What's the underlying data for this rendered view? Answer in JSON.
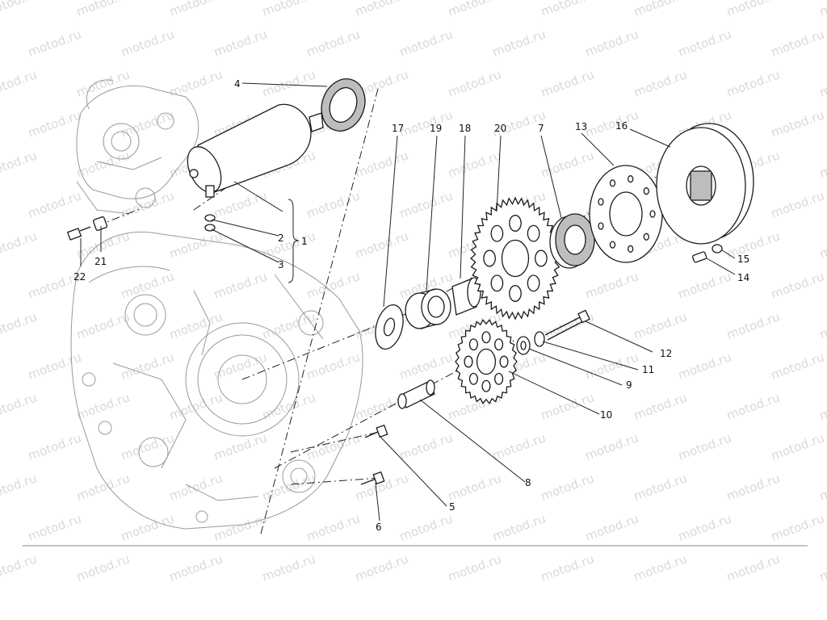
{
  "watermark": "motod.ru",
  "callouts": {
    "c1": "1",
    "c2": "2",
    "c3": "3",
    "c4": "4",
    "c5": "5",
    "c6": "6",
    "c7": "7",
    "c8": "8",
    "c9": "9",
    "c10": "10",
    "c11": "11",
    "c12": "12",
    "c13": "13",
    "c14": "14",
    "c15": "15",
    "c16": "16",
    "c17": "17",
    "c18": "18",
    "c19": "19",
    "c20": "20",
    "c21": "21",
    "c22": "22"
  }
}
